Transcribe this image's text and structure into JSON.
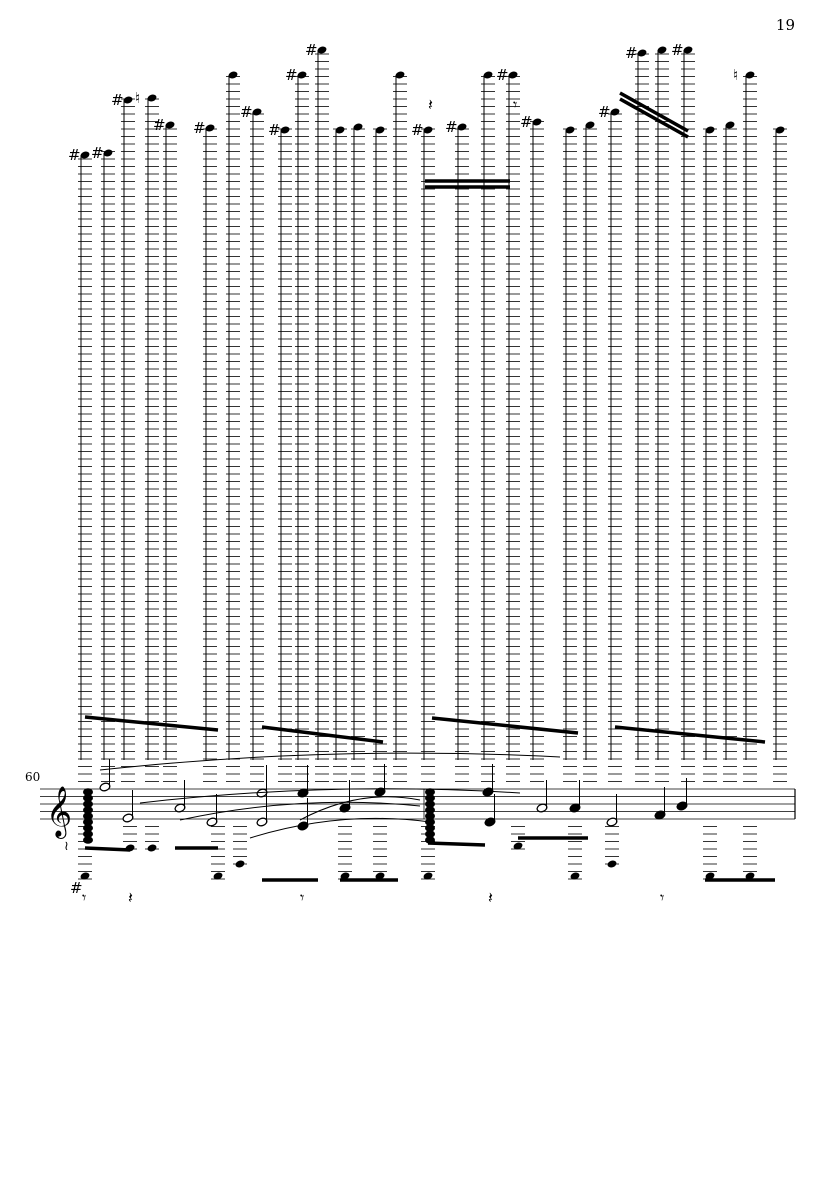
{
  "page": {
    "number": "19"
  },
  "system": {
    "measure_number": "60",
    "clef": "treble"
  },
  "colors": {
    "ink": "#000000",
    "paper": "#ffffff"
  }
}
